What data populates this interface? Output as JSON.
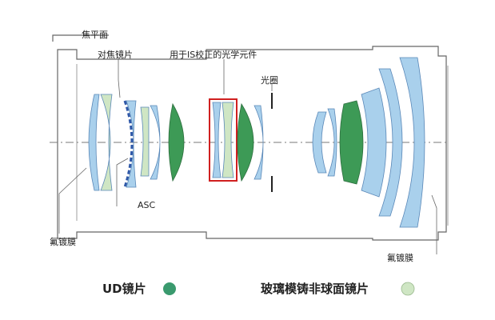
{
  "labels": {
    "focal_plane": "焦平面",
    "focus_lens": "对焦镜片",
    "is_lens": "用于IS校正的光学元件",
    "aperture": "光圈",
    "asc": "ASC",
    "fluorine_left": "氟镀膜",
    "fluorine_right": "氟镀膜"
  },
  "legend": {
    "ud": "UD镜片",
    "aspheric": "玻璃模铸非球面镜片"
  },
  "colors": {
    "ud": "#3d9a56",
    "ud_legend": "#3a9a6e",
    "aspheric": "#cfe6c4",
    "blue_glass": "#a9d0ec",
    "outline": "#5a88b8",
    "asc_coat": "#2f58a8",
    "is_box": "#d02020",
    "axis": "#777777",
    "barrel": "#666666"
  }
}
